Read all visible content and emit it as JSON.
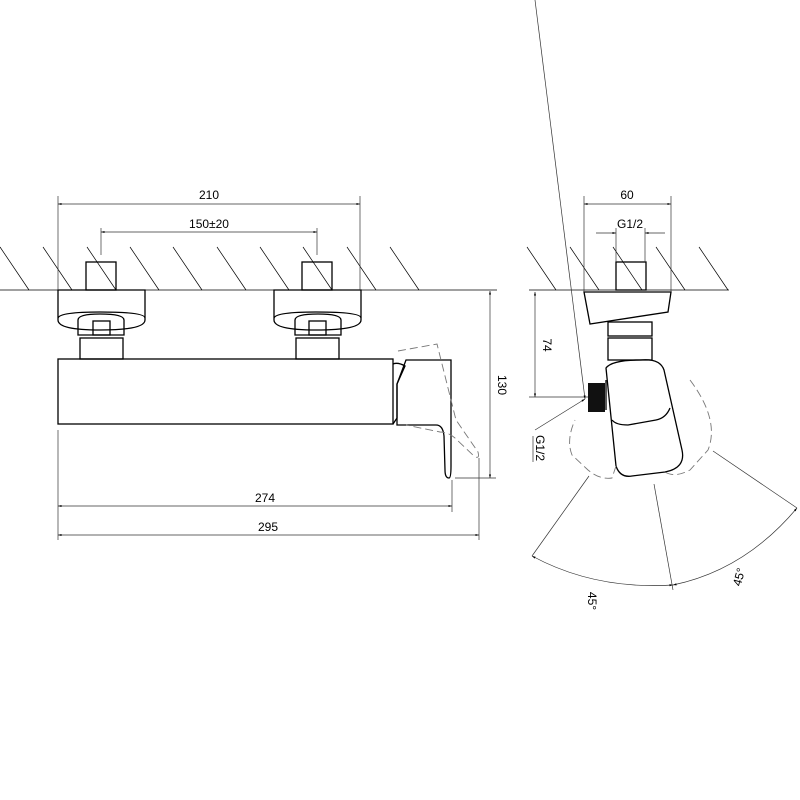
{
  "front_view": {
    "dim_overall_width_top": "210",
    "dim_inlet_spacing": "150±20",
    "dim_body_length": "274",
    "dim_overall_length": "295",
    "dim_height": "130"
  },
  "side_view": {
    "dim_width": "60",
    "dim_inlet_thread": "G1/2",
    "dim_outlet_height": "74",
    "outlet_thread": "G1/2",
    "angle_left": "45°",
    "angle_right": "45°"
  }
}
